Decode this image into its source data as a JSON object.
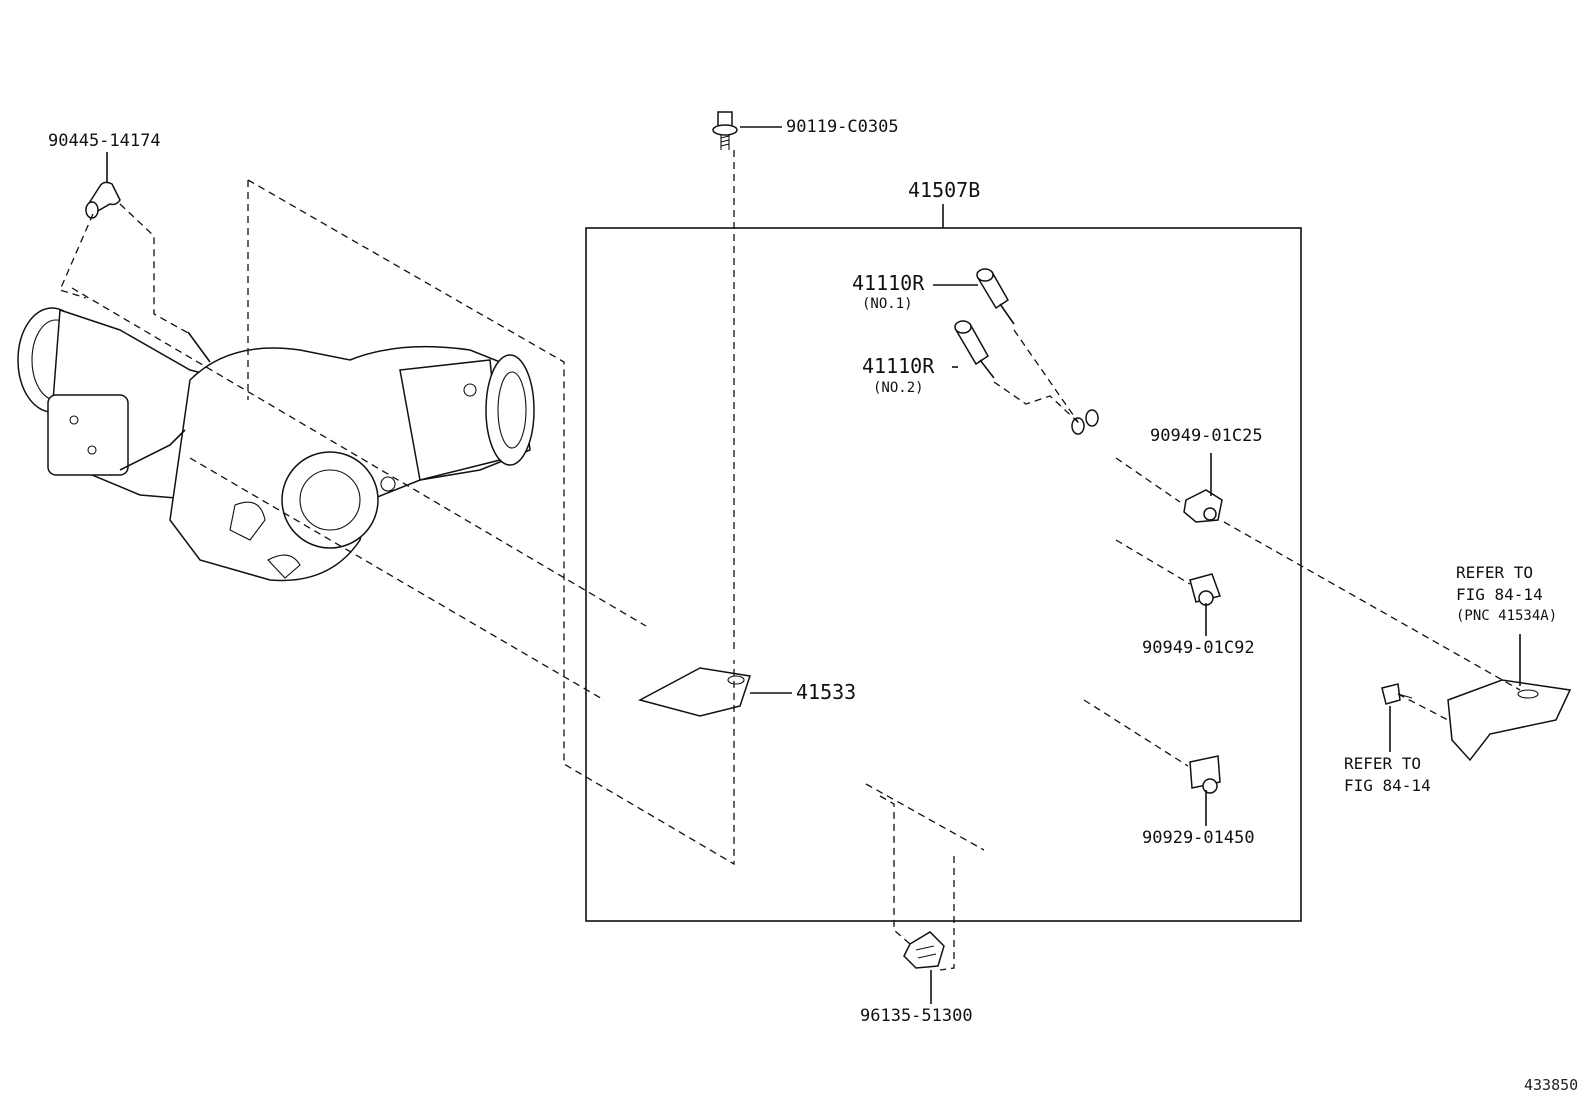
{
  "labels": {
    "hose_elbow": "90445-14174",
    "bolt": "90119-C0305",
    "pipe_assy": "41507B",
    "nozzle_1": "41110R",
    "nozzle_1_note": "(NO.1)",
    "nozzle_2": "41110R",
    "nozzle_2_note": "(NO.2)",
    "clamp_1": "90949-01C25",
    "clamp_2": "90949-01C92",
    "clamp_3": "90929-01450",
    "bracket_pipe": "41533",
    "clip": "96135-51300",
    "refer_1_line1": "REFER TO",
    "refer_1_line2": "FIG 84-14",
    "refer_1_line3": "(PNC 41534A)",
    "refer_2_line1": "REFER TO",
    "refer_2_line2": "FIG 84-14",
    "figure_number": "433850"
  },
  "icons": {
    "differential": "differential-carrier-icon",
    "hose": "hose-elbow-icon",
    "bolt": "bolt-icon",
    "nozzle": "nozzle-icon",
    "clamp": "clamp-icon",
    "bracket": "bracket-icon",
    "clip": "clip-icon"
  }
}
